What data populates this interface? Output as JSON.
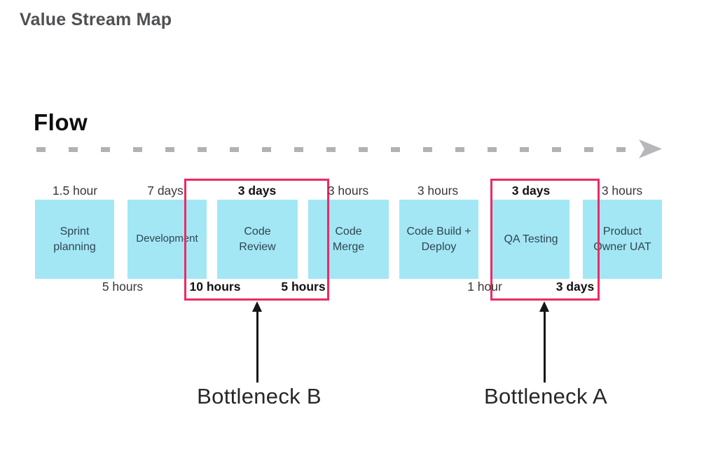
{
  "title": "Value Stream Map",
  "flow": {
    "label": "Flow"
  },
  "stages": [
    {
      "label": "Sprint planning",
      "time_above": "1.5 hour"
    },
    {
      "label": "Development",
      "time_above": "7 days"
    },
    {
      "label": "Code Review",
      "time_above": "3 days"
    },
    {
      "label": "Code Merge",
      "time_above": "3 hours"
    },
    {
      "label": "Code Build + Deploy",
      "time_above": "3 hours"
    },
    {
      "label": "QA Testing",
      "time_above": "3 days"
    },
    {
      "label": "Product Owner UAT",
      "time_above": "3 hours"
    }
  ],
  "wait_times": [
    {
      "label": "5 hours"
    },
    {
      "label": "10 hours"
    },
    {
      "label": "5 hours"
    },
    {
      "label": "1 hour"
    },
    {
      "label": "3 days"
    }
  ],
  "bottlenecks": [
    {
      "label": "Bottleneck B"
    },
    {
      "label": "Bottleneck A"
    }
  ],
  "colors": {
    "stage_box": "#a3e7f5",
    "stage_text": "#2f4550",
    "bottleneck_outline": "#ed2a63",
    "flow_dash": "#b2b2b5",
    "arrow": "#161616",
    "title_text": "#4f5052"
  }
}
